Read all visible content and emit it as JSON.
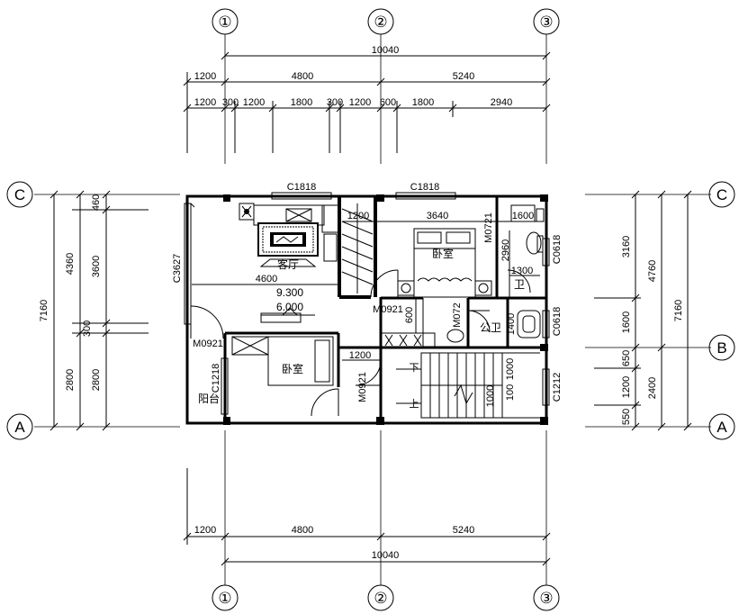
{
  "grid_axes": {
    "vertical": [
      "①",
      "②",
      "③"
    ],
    "horizontal": [
      "C",
      "B",
      "A"
    ]
  },
  "top_dims": {
    "overall": "10040",
    "row1": [
      "1200",
      "4800",
      "5240"
    ],
    "row2": [
      "1200",
      "300",
      "1200",
      "1800",
      "300",
      "1200",
      "600",
      "1800",
      "2940"
    ]
  },
  "bottom_dims": {
    "row1": [
      "1200",
      "4800",
      "5240"
    ],
    "overall": "10040"
  },
  "left_dims": {
    "overall": "7160",
    "outer": [
      "4360",
      "2800"
    ],
    "inner": [
      "460",
      "3600",
      "300",
      "2800"
    ]
  },
  "right_dims": {
    "outer": [
      "7160"
    ],
    "mid": [
      "4760",
      "2400"
    ],
    "inner": [
      "3160",
      "1600",
      "650",
      "1200",
      "550"
    ]
  },
  "windows": {
    "c1818_a": "C1818",
    "c1818_b": "C1818",
    "c3627": "C3627",
    "c0618_a": "C0618",
    "c0618_b": "C0618",
    "c1212": "C1212",
    "c1218": "C1218"
  },
  "doors": {
    "m0921_a": "M0921",
    "m0921_b": "M0921",
    "m0921_c": "M0921",
    "m0721_a": "M0721",
    "m0721_b": "M072"
  },
  "rooms": {
    "living": "客厅",
    "bedroom_ne": "卧室",
    "bedroom_w": "卧室",
    "toilet_n": "卫",
    "toilet_public": "公卫",
    "balcony": "阳台"
  },
  "notes": {
    "elev_a": "9.300",
    "elev_b": "6.000",
    "d4600": "4600",
    "d1200_top": "1200",
    "d3640": "3640",
    "d1600": "1600",
    "d2960": "2960",
    "d1300": "1300",
    "d600": "600",
    "d1400": "1400",
    "d1200_mid": "1200",
    "stair_down": "下",
    "stair_up": "上",
    "stair_dims": [
      "1000",
      "100",
      "1000"
    ]
  }
}
